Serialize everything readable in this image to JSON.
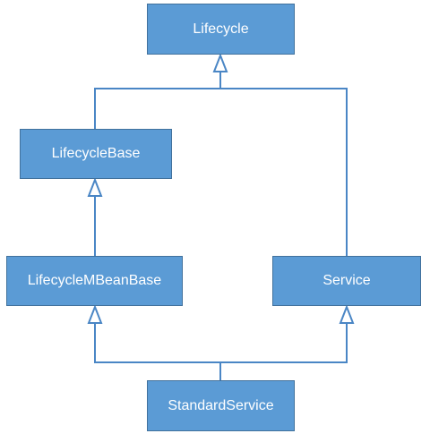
{
  "diagram": {
    "nodes": [
      {
        "id": "lifecycle",
        "label": "Lifecycle"
      },
      {
        "id": "lifecyclebase",
        "label": "LifecycleBase"
      },
      {
        "id": "lifecyclembeanbase",
        "label": "LifecycleMBeanBase"
      },
      {
        "id": "service",
        "label": "Service"
      },
      {
        "id": "standardservice",
        "label": "StandardService"
      }
    ],
    "edges": [
      {
        "from": "lifecyclebase",
        "to": "lifecycle",
        "type": "generalization"
      },
      {
        "from": "service",
        "to": "lifecycle",
        "type": "generalization"
      },
      {
        "from": "lifecyclembeanbase",
        "to": "lifecyclebase",
        "type": "generalization"
      },
      {
        "from": "standardservice",
        "to": "lifecyclembeanbase",
        "type": "generalization"
      },
      {
        "from": "standardservice",
        "to": "service",
        "type": "generalization"
      }
    ],
    "colors": {
      "node_fill": "#5b9bd5",
      "node_border": "#41719c",
      "node_text": "#ffffff",
      "connector": "#4a86c5"
    }
  }
}
